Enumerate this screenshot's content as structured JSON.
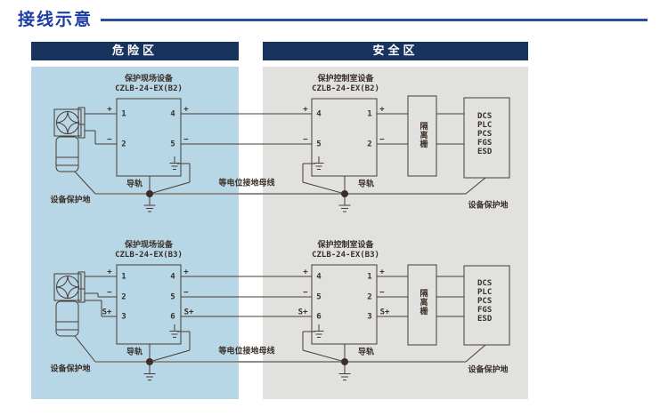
{
  "page": {
    "title": "接线示意"
  },
  "zones": {
    "hazardous": "危险区",
    "safe": "安全区"
  },
  "colors": {
    "header_navy": "#19335f",
    "title_blue": "#1d3da3",
    "hazard_panel": "#b7d6e6",
    "safe_panel": "#e1e1df",
    "line": "#4a3c33",
    "bus_line": "#8f8d8a"
  },
  "diagrams": [
    {
      "field_device": {
        "title": "保护现场设备",
        "model": "CZLB-24-EX(B2)"
      },
      "control_device": {
        "title": "保护控制室设备",
        "model": "CZLB-24-EX(B2)"
      },
      "field_left_signs": [
        "+",
        "−"
      ],
      "field_left_nums": [
        "1",
        "2"
      ],
      "field_right_nums": [
        "4",
        "5"
      ],
      "field_right_signs": [
        "+",
        "−"
      ],
      "control_left_signs": [
        "+",
        "−"
      ],
      "control_left_nums": [
        "4",
        "5"
      ],
      "control_right_nums": [
        "1",
        "2"
      ],
      "control_right_signs": [
        "+",
        "−"
      ],
      "rail_label": "导轨",
      "bus_label": "等电位接地母线",
      "device_ground_label": "设备保护地",
      "barrier_label": "隔离栅",
      "control_systems": [
        "DCS",
        "PLC",
        "PCS",
        "FGS",
        "ESD"
      ]
    },
    {
      "field_device": {
        "title": "保护现场设备",
        "model": "CZLB-24-EX(B3)"
      },
      "control_device": {
        "title": "保护控制室设备",
        "model": "CZLB-24-EX(B3)"
      },
      "field_left_signs": [
        "+",
        "−",
        "S+"
      ],
      "field_left_nums": [
        "1",
        "2",
        "3"
      ],
      "field_right_nums": [
        "4",
        "5",
        "6"
      ],
      "field_right_signs": [
        "+",
        "−",
        "S+"
      ],
      "control_left_signs": [
        "+",
        "−",
        "S+"
      ],
      "control_left_nums": [
        "4",
        "5",
        "6"
      ],
      "control_right_nums": [
        "1",
        "2",
        "3"
      ],
      "control_right_signs": [
        "+",
        "−",
        "S+"
      ],
      "rail_label": "导轨",
      "bus_label": "等电位接地母线",
      "device_ground_label": "设备保护地",
      "barrier_label": "隔离栅",
      "control_systems": [
        "DCS",
        "PLC",
        "PCS",
        "FGS",
        "ESD"
      ]
    }
  ]
}
